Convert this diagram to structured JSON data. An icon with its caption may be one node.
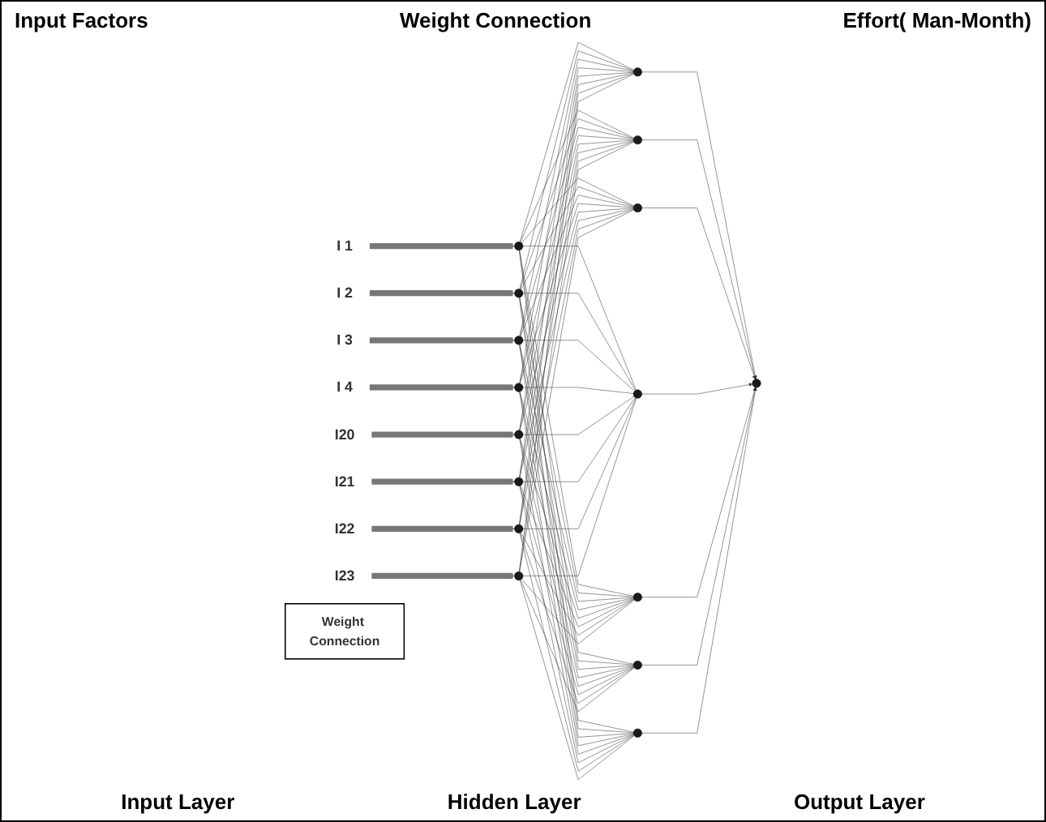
{
  "diagram": {
    "nodes": [
      {
        "text": [
          "I 1"
        ]
      },
      {
        "text": [
          "I 2"
        ]
      },
      {
        "text": [
          "I 3"
        ]
      },
      {
        "text": [
          "I 4"
        ]
      },
      {
        "text": [
          "I20"
        ]
      },
      {
        "text": [
          "I21"
        ]
      },
      {
        "text": [
          "I22"
        ]
      },
      {
        "text": [
          "I23"
        ]
      },
      {
        "text": [],
        "shape": "circle"
      },
      {
        "text": [],
        "shape": "circle"
      },
      {
        "text": [],
        "shape": "circle"
      },
      {
        "text": [],
        "shape": "circle"
      },
      {
        "text": [],
        "shape": "circle"
      },
      {
        "text": [],
        "shape": "circle"
      },
      {
        "text": [],
        "shape": "circle"
      },
      {
        "text": [],
        "shape": "circle"
      },
      {
        "text": [
          "Weight Connection"
        ]
      },
      {
        "text": [],
        "shape": "circle"
      },
      {
        "text": [],
        "shape": "circle"
      },
      {
        "text": [],
        "shape": "circle"
      },
      {
        "text": [],
        "shape": "circle"
      },
      {
        "text": [],
        "shape": "circle"
      },
      {
        "text": [],
        "shape": "circle"
      },
      {
        "text": [],
        "shape": "circle"
      },
      {
        "text": [],
        "shape": "circle"
      }
    ],
    "edges": [
      {
        "from": 0,
        "to": 8,
        "arrow": "to",
        "style": "thick",
        "color": "#777777"
      },
      {
        "from": 1,
        "to": 9,
        "arrow": "to",
        "style": "thick",
        "color": "#777777"
      },
      {
        "from": 2,
        "to": 10,
        "arrow": "to",
        "style": "thick",
        "color": "#777777"
      },
      {
        "from": 3,
        "to": 11,
        "arrow": "to",
        "style": "thick",
        "color": "#777777"
      },
      {
        "from": 4,
        "to": 12,
        "arrow": "to",
        "style": "thick",
        "color": "#777777"
      },
      {
        "from": 5,
        "to": 13,
        "arrow": "to",
        "style": "thick",
        "color": "#777777"
      },
      {
        "from": 6,
        "to": 14,
        "arrow": "to",
        "style": "thick",
        "color": "#777777"
      },
      {
        "from": 7,
        "to": 15,
        "arrow": "to",
        "style": "thick",
        "color": "#777777"
      },
      {
        "from": 8,
        "to": 17,
        "arrow": "none"
      },
      {
        "from": 8,
        "to": 18,
        "arrow": "none"
      },
      {
        "from": 8,
        "to": 19,
        "arrow": "none"
      },
      {
        "from": 8,
        "to": 20,
        "arrow": "none"
      },
      {
        "from": 8,
        "to": 21,
        "arrow": "none"
      },
      {
        "from": 8,
        "to": 22,
        "arrow": "none"
      },
      {
        "from": 8,
        "to": 23,
        "arrow": "none"
      },
      {
        "from": 9,
        "to": 17,
        "arrow": "none"
      },
      {
        "from": 9,
        "to": 18,
        "arrow": "none"
      },
      {
        "from": 9,
        "to": 19,
        "arrow": "none"
      },
      {
        "from": 9,
        "to": 20,
        "arrow": "none"
      },
      {
        "from": 9,
        "to": 21,
        "arrow": "none"
      },
      {
        "from": 9,
        "to": 22,
        "arrow": "none"
      },
      {
        "from": 9,
        "to": 23,
        "arrow": "none"
      },
      {
        "from": 10,
        "to": 17,
        "arrow": "none"
      },
      {
        "from": 10,
        "to": 18,
        "arrow": "none"
      },
      {
        "from": 10,
        "to": 19,
        "arrow": "none"
      },
      {
        "from": 10,
        "to": 20,
        "arrow": "none"
      },
      {
        "from": 10,
        "to": 21,
        "arrow": "none"
      },
      {
        "from": 10,
        "to": 22,
        "arrow": "none"
      },
      {
        "from": 10,
        "to": 23,
        "arrow": "none"
      },
      {
        "from": 11,
        "to": 17,
        "arrow": "none"
      },
      {
        "from": 11,
        "to": 18,
        "arrow": "none"
      },
      {
        "from": 11,
        "to": 19,
        "arrow": "none"
      },
      {
        "from": 11,
        "to": 20,
        "arrow": "none"
      },
      {
        "from": 11,
        "to": 21,
        "arrow": "none"
      },
      {
        "from": 11,
        "to": 22,
        "arrow": "none"
      },
      {
        "from": 11,
        "to": 23,
        "arrow": "none"
      },
      {
        "from": 12,
        "to": 17,
        "arrow": "none"
      },
      {
        "from": 12,
        "to": 18,
        "arrow": "none"
      },
      {
        "from": 12,
        "to": 19,
        "arrow": "none"
      },
      {
        "from": 12,
        "to": 20,
        "arrow": "none"
      },
      {
        "from": 12,
        "to": 21,
        "arrow": "none"
      },
      {
        "from": 12,
        "to": 22,
        "arrow": "none"
      },
      {
        "from": 12,
        "to": 23,
        "arrow": "none"
      },
      {
        "from": 13,
        "to": 17,
        "arrow": "none"
      },
      {
        "from": 13,
        "to": 18,
        "arrow": "none"
      },
      {
        "from": 13,
        "to": 19,
        "arrow": "none"
      },
      {
        "from": 13,
        "to": 20,
        "arrow": "none"
      },
      {
        "from": 13,
        "to": 21,
        "arrow": "none"
      },
      {
        "from": 13,
        "to": 22,
        "arrow": "none"
      },
      {
        "from": 13,
        "to": 23,
        "arrow": "none"
      },
      {
        "from": 14,
        "to": 17,
        "arrow": "none"
      },
      {
        "from": 14,
        "to": 18,
        "arrow": "none"
      },
      {
        "from": 14,
        "to": 19,
        "arrow": "none"
      },
      {
        "from": 14,
        "to": 20,
        "arrow": "none"
      },
      {
        "from": 14,
        "to": 21,
        "arrow": "none"
      },
      {
        "from": 14,
        "to": 22,
        "arrow": "none"
      },
      {
        "from": 14,
        "to": 23,
        "arrow": "none"
      },
      {
        "from": 15,
        "to": 17,
        "arrow": "none"
      },
      {
        "from": 15,
        "to": 18,
        "arrow": "none"
      },
      {
        "from": 15,
        "to": 19,
        "arrow": "none"
      },
      {
        "from": 15,
        "to": 20,
        "arrow": "none"
      },
      {
        "from": 15,
        "to": 21,
        "arrow": "none"
      },
      {
        "from": 15,
        "to": 22,
        "arrow": "none"
      },
      {
        "from": 15,
        "to": 23,
        "arrow": "none"
      },
      {
        "from": 17,
        "to": 24,
        "arrow": "to"
      },
      {
        "from": 18,
        "to": 24,
        "arrow": "to"
      },
      {
        "from": 19,
        "to": 24,
        "arrow": "to"
      },
      {
        "from": 20,
        "to": 24,
        "arrow": "to"
      },
      {
        "from": 21,
        "to": 24,
        "arrow": "to"
      },
      {
        "from": 22,
        "to": 24,
        "arrow": "to"
      },
      {
        "from": 23,
        "to": 24,
        "arrow": "to"
      }
    ],
    "labels": [
      "Input Factors",
      "Weight Connection",
      "Effort( Man-Month)",
      "Input Layer",
      "Hidden Layer",
      "Output Layer"
    ]
  }
}
